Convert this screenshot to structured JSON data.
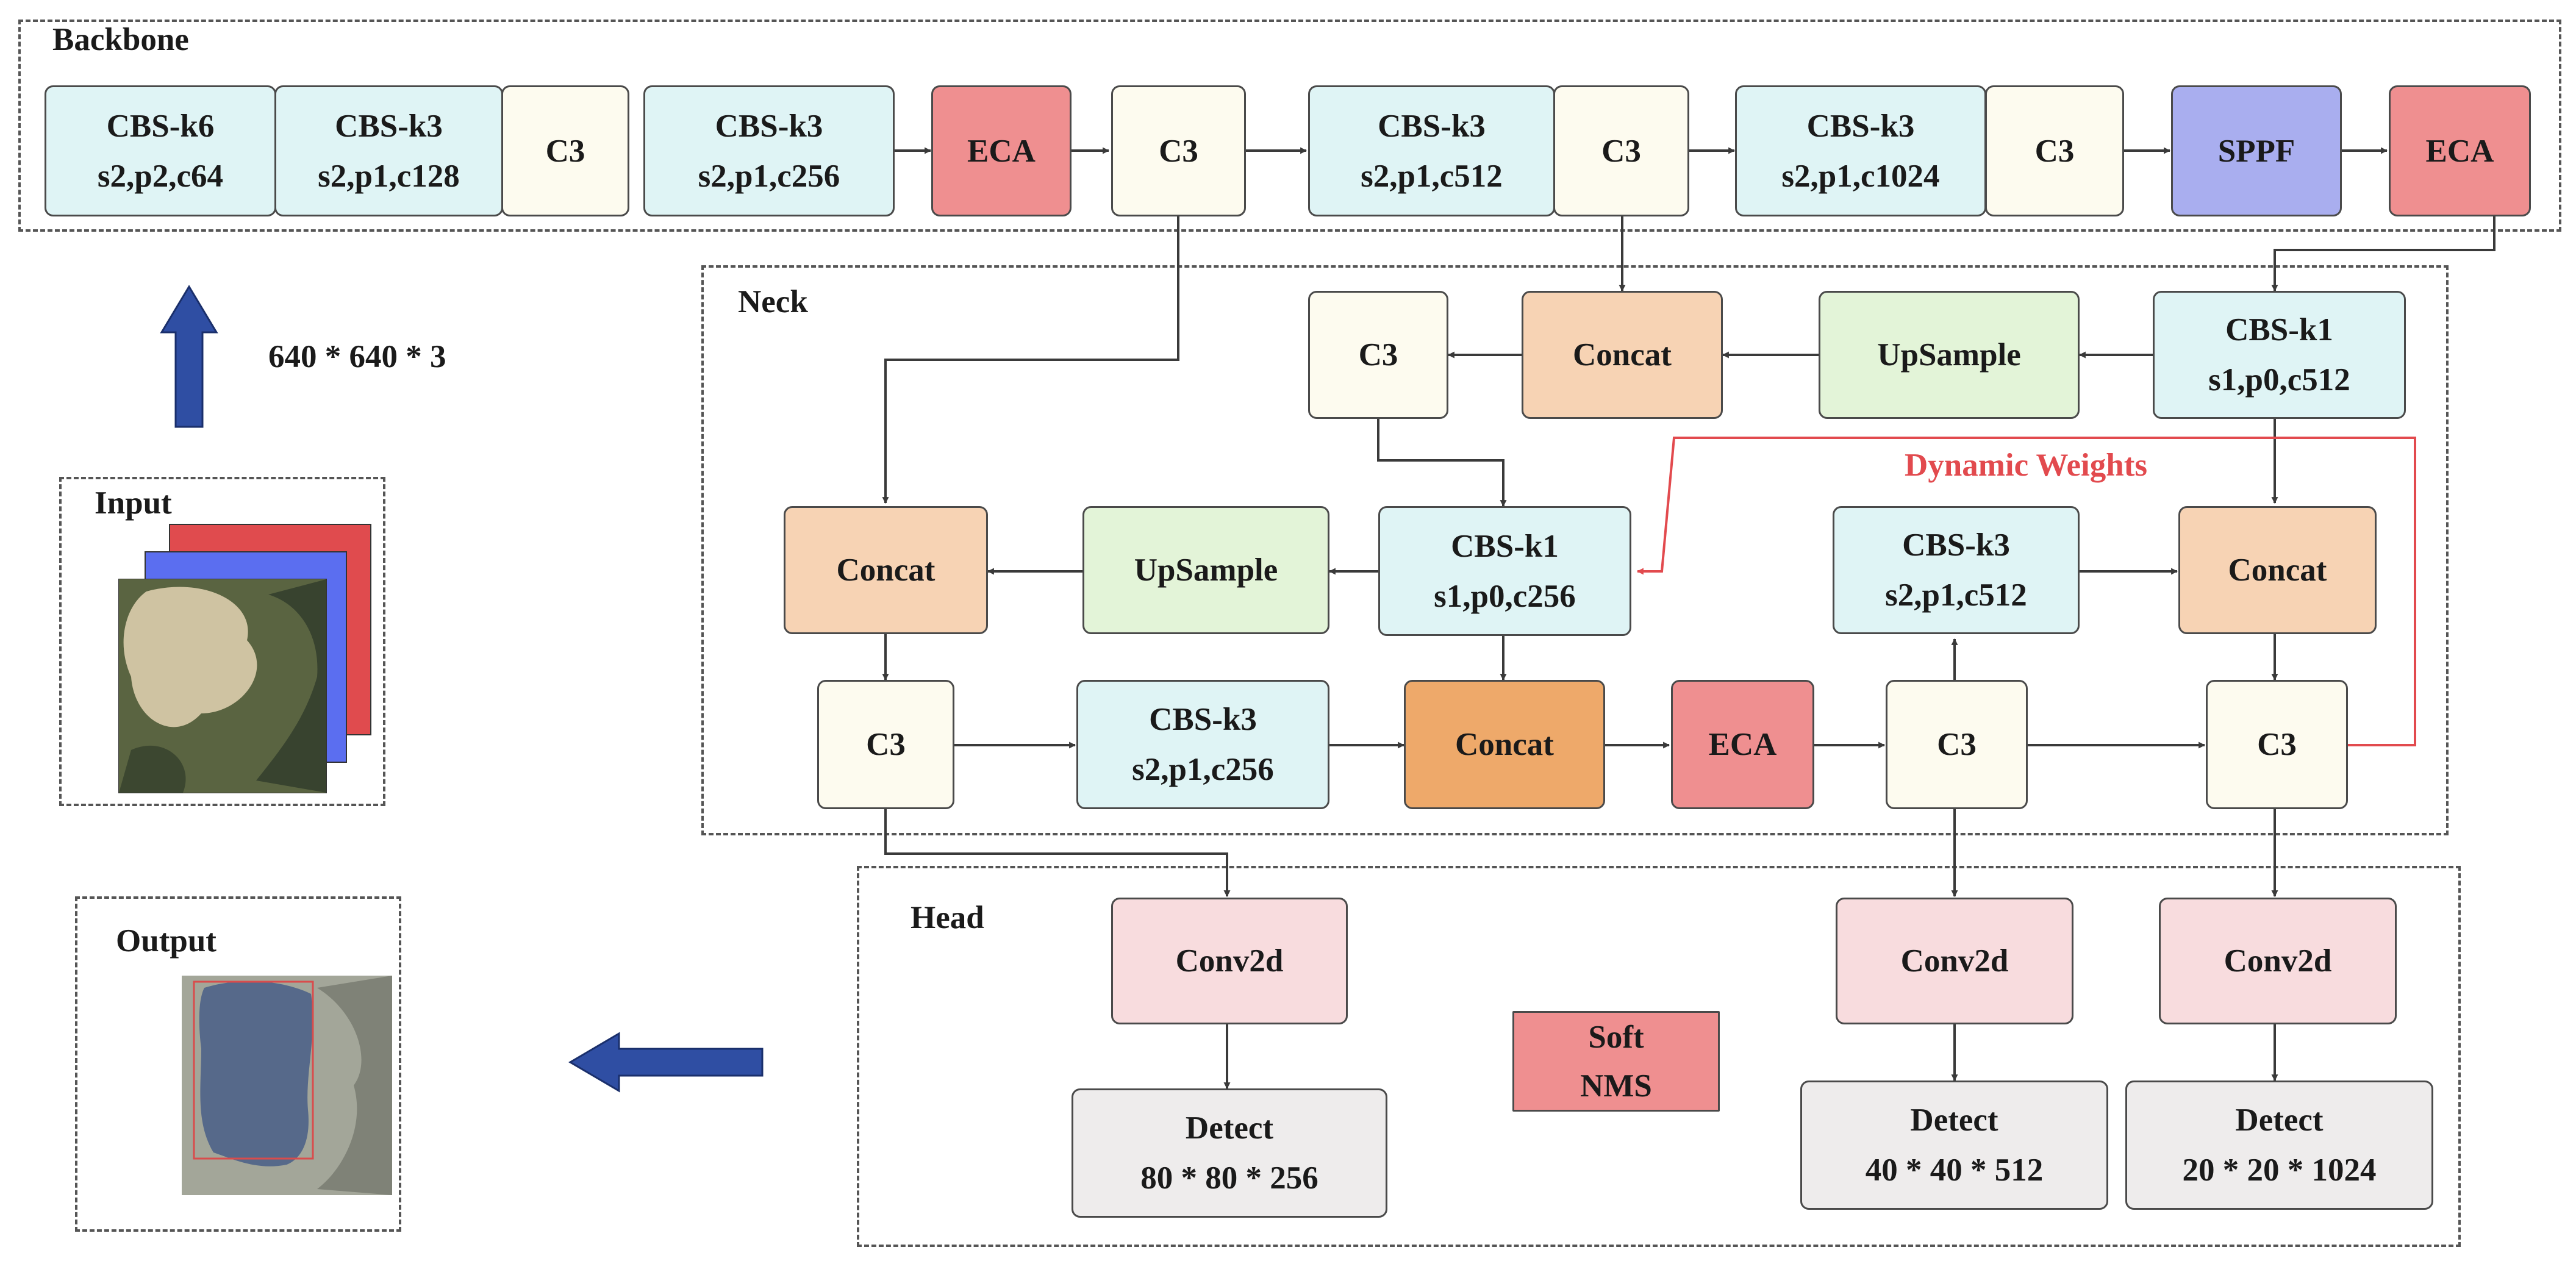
{
  "sections": {
    "backbone": "Backbone",
    "neck": "Neck",
    "head": "Head",
    "input": "Input",
    "output": "Output"
  },
  "input_size": "640 * 640 * 3",
  "dynamic_label": "Dynamic Weights",
  "backbone": {
    "b1": [
      "CBS-k6",
      "s2,p2,c64"
    ],
    "b2": [
      "CBS-k3",
      "s2,p1,c128"
    ],
    "b3": [
      "C3"
    ],
    "b4": [
      "CBS-k3",
      "s2,p1,c256"
    ],
    "b5": [
      "ECA"
    ],
    "b6": [
      "C3"
    ],
    "b7": [
      "CBS-k3",
      "s2,p1,c512"
    ],
    "b8": [
      "C3"
    ],
    "b9": [
      "CBS-k3",
      "s2,p1,c1024"
    ],
    "b10": [
      "C3"
    ],
    "b11": [
      "SPPF"
    ],
    "b12": [
      "ECA"
    ]
  },
  "neck": {
    "n_c3_top": [
      "C3"
    ],
    "n_concat_top": [
      "Concat"
    ],
    "n_up_top": [
      "UpSample"
    ],
    "n_cbs_k1_512": [
      "CBS-k1",
      "s1,p0,c512"
    ],
    "n_concat_mid": [
      "Concat"
    ],
    "n_up_mid": [
      "UpSample"
    ],
    "n_cbs_k1_256": [
      "CBS-k1",
      "s1,p0,c256"
    ],
    "n_cbs_k3_512": [
      "CBS-k3",
      "s2,p1,c512"
    ],
    "n_concat_right": [
      "Concat"
    ],
    "n_c3_a": [
      "C3"
    ],
    "n_cbs_k3_256": [
      "CBS-k3",
      "s2,p1,c256"
    ],
    "n_concat_bot": [
      "Concat"
    ],
    "n_eca": [
      "ECA"
    ],
    "n_c3_b": [
      "C3"
    ],
    "n_c3_c": [
      "C3"
    ]
  },
  "head": {
    "conv1": [
      "Conv2d"
    ],
    "conv2": [
      "Conv2d"
    ],
    "conv3": [
      "Conv2d"
    ],
    "nms": [
      "Soft",
      "NMS"
    ],
    "det1": [
      "Detect",
      "80 * 80 * 256"
    ],
    "det2": [
      "Detect",
      "40 * 40 * 512"
    ],
    "det3": [
      "Detect",
      "20 * 20 * 1024"
    ]
  },
  "colors": {
    "cbs": "#dff4f5",
    "c3": "#fdfbef",
    "eca": "#ef8f90",
    "sppf": "#a9aeef",
    "concat": "#f7d3b4",
    "concat_highlight": "#eea96a",
    "upsample": "#e3f4d8",
    "conv2d": "#f8dcde",
    "detect": "#eeecec",
    "soft_nms": "#ef8f90",
    "dynamic_weights": "#e24a4e",
    "flow_arrow": "#2f4ea3"
  }
}
